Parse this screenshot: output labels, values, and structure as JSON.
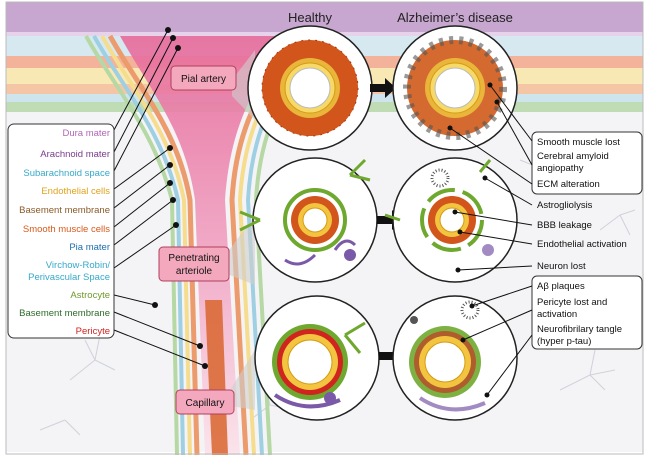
{
  "headers": {
    "healthy": "Healthy",
    "disease": "Alzheimer’s disease"
  },
  "vessel_labels": {
    "pial_artery": "Pial artery",
    "penetrating_line1": "Penetrating",
    "penetrating_line2": "arteriole",
    "capillary": "Capillary"
  },
  "legend": [
    {
      "text": "Dura mater",
      "color": "#b266b8"
    },
    {
      "text": "Arachnoid mater",
      "color": "#7a3a8c"
    },
    {
      "text": "Subarachnoid space",
      "color": "#35a9c9"
    },
    {
      "text": "Endothelial cells",
      "color": "#e0a21c"
    },
    {
      "text": "Basement membrane",
      "color": "#8a5a28"
    },
    {
      "text": "Smooth muscle cells",
      "color": "#d85a1a"
    },
    {
      "text": "Pia mater",
      "color": "#1b6fb0"
    },
    {
      "text": "Virchow-Robin/",
      "color": "#35a9c9"
    },
    {
      "text": "Perivascular Space",
      "color": "#35a9c9"
    },
    {
      "text": "Astrocyte",
      "color": "#6e9a2c"
    },
    {
      "text": "Basement membrane",
      "color": "#2e6b2a"
    },
    {
      "text": "Pericyte",
      "color": "#d0241f"
    }
  ],
  "pathology": {
    "artery_box": [
      "Smooth muscle lost",
      "Cerebral amyloid",
      "angiopathy",
      "ECM alteration"
    ],
    "arteriole_labels": [
      "Astrogliolysis",
      "BBB leakage",
      "Endothelial activation",
      "Neuron lost"
    ],
    "capillary_box": [
      "Aβ plaques",
      "Pericyte lost and",
      "activation",
      "Neurofibrilary tangle",
      "(hyper p-tau)"
    ]
  },
  "colors": {
    "dura": "#c7a6cf",
    "light_blue": "#d6e9f0",
    "salmon": "#f3b39a",
    "cream": "#f8e9b4",
    "green_band": "#bfdcb4",
    "label_pink": "#f3a8bd",
    "smooth_muscle": "#d2551c",
    "endothelium": "#f2c440",
    "astrocyte": "#6fa82e",
    "pericyte": "#7a5aa8",
    "plaque": "#555555"
  }
}
